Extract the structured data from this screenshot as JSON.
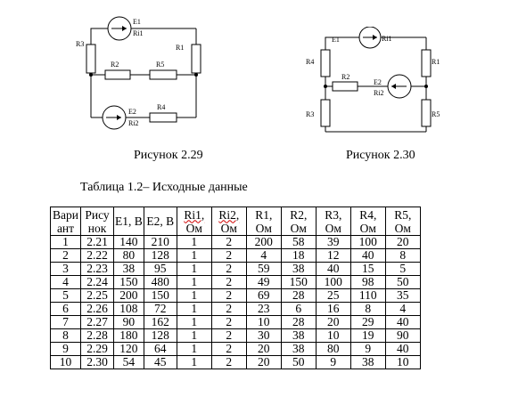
{
  "figures": {
    "fig229": {
      "caption": "Рисунок 2.29",
      "labels": {
        "e1": "E1",
        "ri1": "Ri1",
        "r3": "R3",
        "r1": "R1",
        "r2": "R2",
        "r5": "R5",
        "e2": "E2",
        "ri2": "Ri2",
        "r4": "R4"
      }
    },
    "fig230": {
      "caption": "Рисунок 2.30",
      "labels": {
        "e1": "E1",
        "ri1": "Ri1",
        "r4": "R4",
        "r1": "R1",
        "r2": "R2",
        "e2": "E2",
        "ri2": "Ri2",
        "r3": "R3",
        "r5": "R5"
      }
    }
  },
  "table": {
    "title": "Таблица 1.2– Исходные данные",
    "headers": [
      {
        "line1": "Вари",
        "line2": "ант"
      },
      {
        "line1": "Рису",
        "line2": "нок"
      },
      {
        "line1": "E1, В",
        "line2": ""
      },
      {
        "line1": "E2, В",
        "line2": ""
      },
      {
        "line1": "Ri1,",
        "line2": "Ом"
      },
      {
        "line1": "Ri2,",
        "line2": "Ом"
      },
      {
        "line1": "R1,",
        "line2": "Ом"
      },
      {
        "line1": "R2,",
        "line2": "Ом"
      },
      {
        "line1": "R3,",
        "line2": "Ом"
      },
      {
        "line1": "R4,",
        "line2": "Ом"
      },
      {
        "line1": "R5,",
        "line2": "Ом"
      }
    ],
    "rows": [
      [
        "1",
        "2.21",
        "140",
        "210",
        "1",
        "2",
        "200",
        "58",
        "39",
        "100",
        "20"
      ],
      [
        "2",
        "2.22",
        "80",
        "128",
        "1",
        "2",
        "4",
        "18",
        "12",
        "40",
        "8"
      ],
      [
        "3",
        "2.23",
        "38",
        "95",
        "1",
        "2",
        "59",
        "38",
        "40",
        "15",
        "5"
      ],
      [
        "4",
        "2.24",
        "150",
        "480",
        "1",
        "2",
        "49",
        "150",
        "100",
        "98",
        "50"
      ],
      [
        "5",
        "2.25",
        "200",
        "150",
        "1",
        "2",
        "69",
        "28",
        "25",
        "110",
        "35"
      ],
      [
        "6",
        "2.26",
        "108",
        "72",
        "1",
        "2",
        "23",
        "6",
        "16",
        "8",
        "4"
      ],
      [
        "7",
        "2.27",
        "90",
        "162",
        "1",
        "2",
        "10",
        "28",
        "20",
        "29",
        "40"
      ],
      [
        "8",
        "2.28",
        "180",
        "128",
        "1",
        "2",
        "30",
        "38",
        "10",
        "19",
        "90"
      ],
      [
        "9",
        "2.29",
        "120",
        "64",
        "1",
        "2",
        "20",
        "38",
        "80",
        "9",
        "40"
      ],
      [
        "10",
        "2.30",
        "54",
        "45",
        "1",
        "2",
        "20",
        "50",
        "9",
        "38",
        "10"
      ]
    ]
  }
}
